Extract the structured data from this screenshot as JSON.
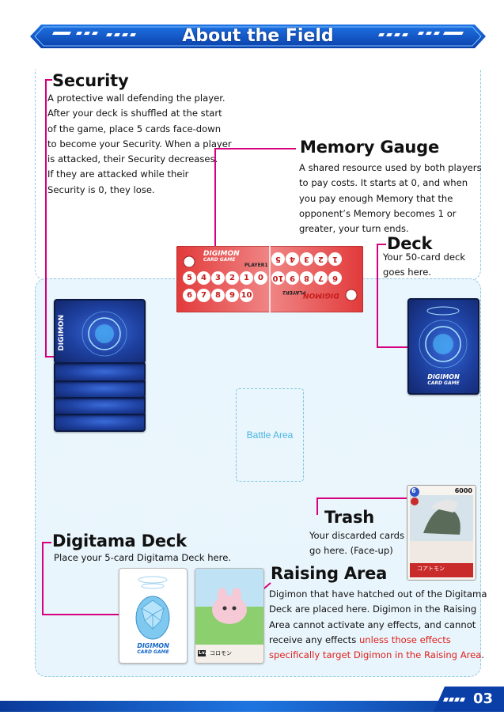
{
  "header": {
    "title": "About the Field"
  },
  "security": {
    "title": "Security",
    "lines": [
      "A protective wall defending the player.",
      "After your deck is shuffled at the start",
      "of the game, place 5 cards face-down",
      "to become your Security. When a player",
      "is attacked, their Security decreases.",
      "If they are attacked while their",
      "Security is 0, they lose."
    ]
  },
  "memory": {
    "title": "Memory Gauge",
    "lines": [
      "A shared resource used by both players",
      "to pay costs. It starts at 0, and when",
      "you pay enough Memory that the",
      "opponent’s Memory becomes 1 or",
      "greater, your turn ends."
    ],
    "gauge": {
      "logo_top": "DIGIMON",
      "logo_bottom": "CARD GAME",
      "player_label": "PLAYER1",
      "player_label_flipped": "PLAYER2",
      "row1": [
        "5",
        "4",
        "3",
        "2",
        "1",
        "0"
      ],
      "row2": [
        "6",
        "7",
        "8",
        "9",
        "10"
      ],
      "right_row1": [
        "1",
        "2",
        "3",
        "4",
        "5"
      ],
      "right_row2": [
        "6",
        "7",
        "8",
        "9",
        "10"
      ]
    }
  },
  "deck": {
    "title": "Deck",
    "lines": [
      "Your 50-card deck",
      "goes here."
    ]
  },
  "battle_area": {
    "label": "Battle Area"
  },
  "trash": {
    "title": "Trash",
    "lines": [
      "Your discarded cards",
      "go here. (Face-up)"
    ],
    "card_level": "6",
    "card_dp": "6000",
    "card_name": "コアトモン"
  },
  "digitama": {
    "title": "Digitama Deck",
    "lines": [
      "Place your 5-card Digitama Deck here."
    ],
    "logo_top": "DIGIMON",
    "logo_bottom": "CARD GAME"
  },
  "raising": {
    "title": "Raising Area",
    "lines_plain": [
      "Digimon that have hatched out of the Digitama",
      "Deck are placed here. Digimon in the Raising",
      "Area cannot activate any effects, and cannot"
    ],
    "line4_plain": "receive any effects ",
    "line4_red": "unless those effects",
    "line5_red": "specifically target Digimon in the Raising Area",
    "line5_plain": ".",
    "card_level": "Lv.2",
    "card_name": "コロモン"
  },
  "card_back": {
    "logo_top": "DIGIMON",
    "logo_bottom": "CARD GAME"
  },
  "footer": {
    "page_number": "03"
  },
  "colors": {
    "accent_blue": "#0a55c9",
    "leader_pink": "#d6007f",
    "battle_cyan": "#49b4e0",
    "highlight_red": "#e0201b"
  }
}
